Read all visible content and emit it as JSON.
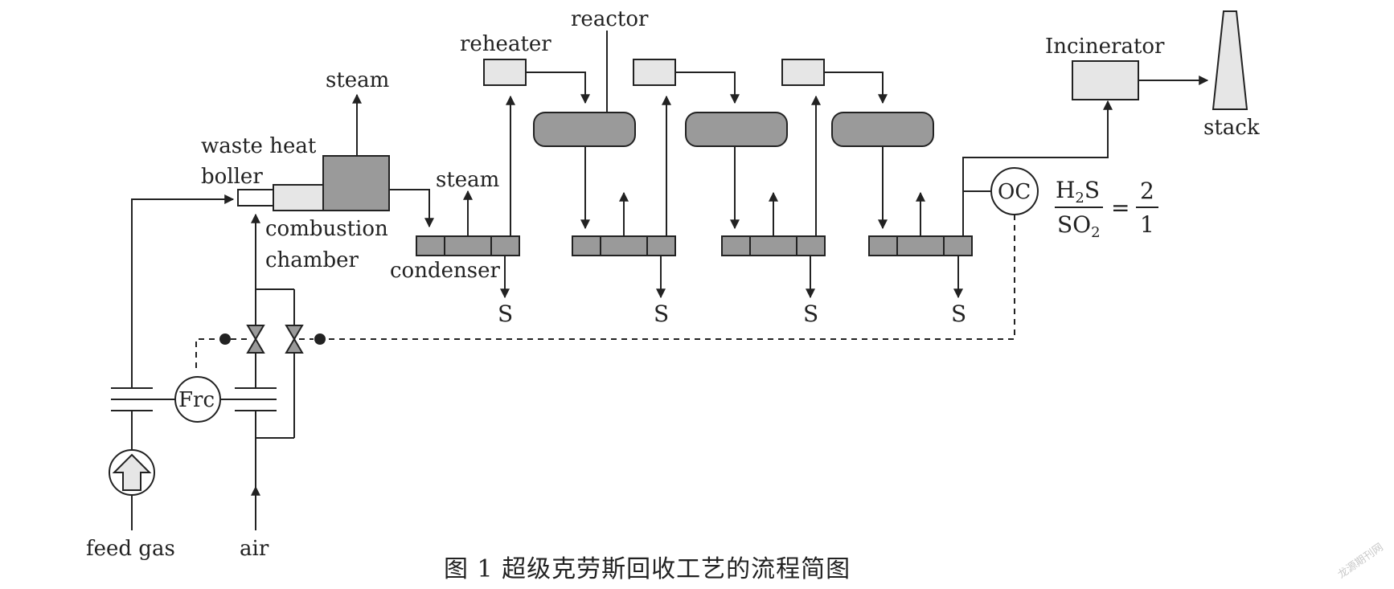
{
  "caption": "图 1   超级克劳斯回收工艺的流程简图",
  "labels": {
    "reactor": "reactor",
    "reheater": "reheater",
    "steam_top": "steam",
    "waste_heat_1": "waste  heat",
    "waste_heat_2": "boller",
    "steam_condenser": "steam",
    "combustion_1": "combustion",
    "combustion_2": "chamber",
    "condenser": "condenser",
    "incinerator": "Incinerator",
    "stack": "stack",
    "sulfur": "S",
    "feed_gas": "feed  gas",
    "air": "air",
    "frc": "Frc",
    "oc": "OC"
  },
  "ratio": {
    "numerator_main": "H",
    "numerator_sub": "2",
    "numerator_end": "S",
    "denominator_main": "SO",
    "denominator_sub": "2",
    "equals": "=",
    "value_top": "2",
    "value_bottom": "1"
  },
  "watermark": "龙源期刊网",
  "colors": {
    "line": "#222222",
    "dark_fill": "#9a9a9a",
    "light_fill": "#e6e6e6"
  }
}
